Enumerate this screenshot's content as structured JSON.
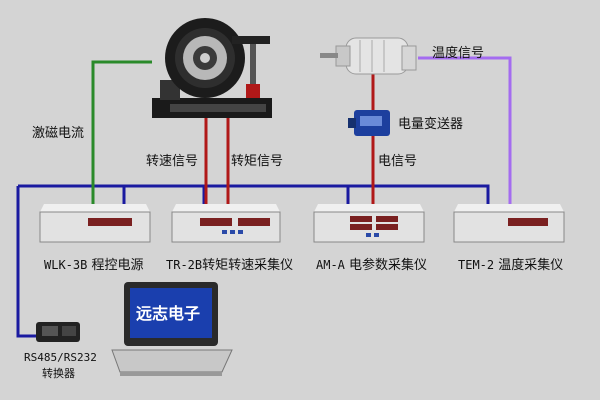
{
  "labels": {
    "excitation_current": "激磁电流",
    "speed_signal": "转速信号",
    "torque_signal": "转矩信号",
    "electric_signal": "电信号",
    "temperature_signal": "温度信号",
    "power_transmitter": "电量变送器"
  },
  "devices": [
    {
      "model": "WLK-3B",
      "name": "程控电源"
    },
    {
      "model": "TR-2B",
      "name": "转矩转速采集仪"
    },
    {
      "model": "AM-A",
      "name": "电参数采集仪"
    },
    {
      "model": "TEM-2",
      "name": "温度采集仪"
    }
  ],
  "converter": {
    "line1": "RS485/RS232",
    "line2": "转换器"
  },
  "laptop_screen_text": "远志电子",
  "colors": {
    "bus": "#1a1aa0",
    "signal_red": "#b01818",
    "excitation_green": "#2a8a2a",
    "temperature_violet": "#a46cf0",
    "background": "#d4d4d4"
  }
}
